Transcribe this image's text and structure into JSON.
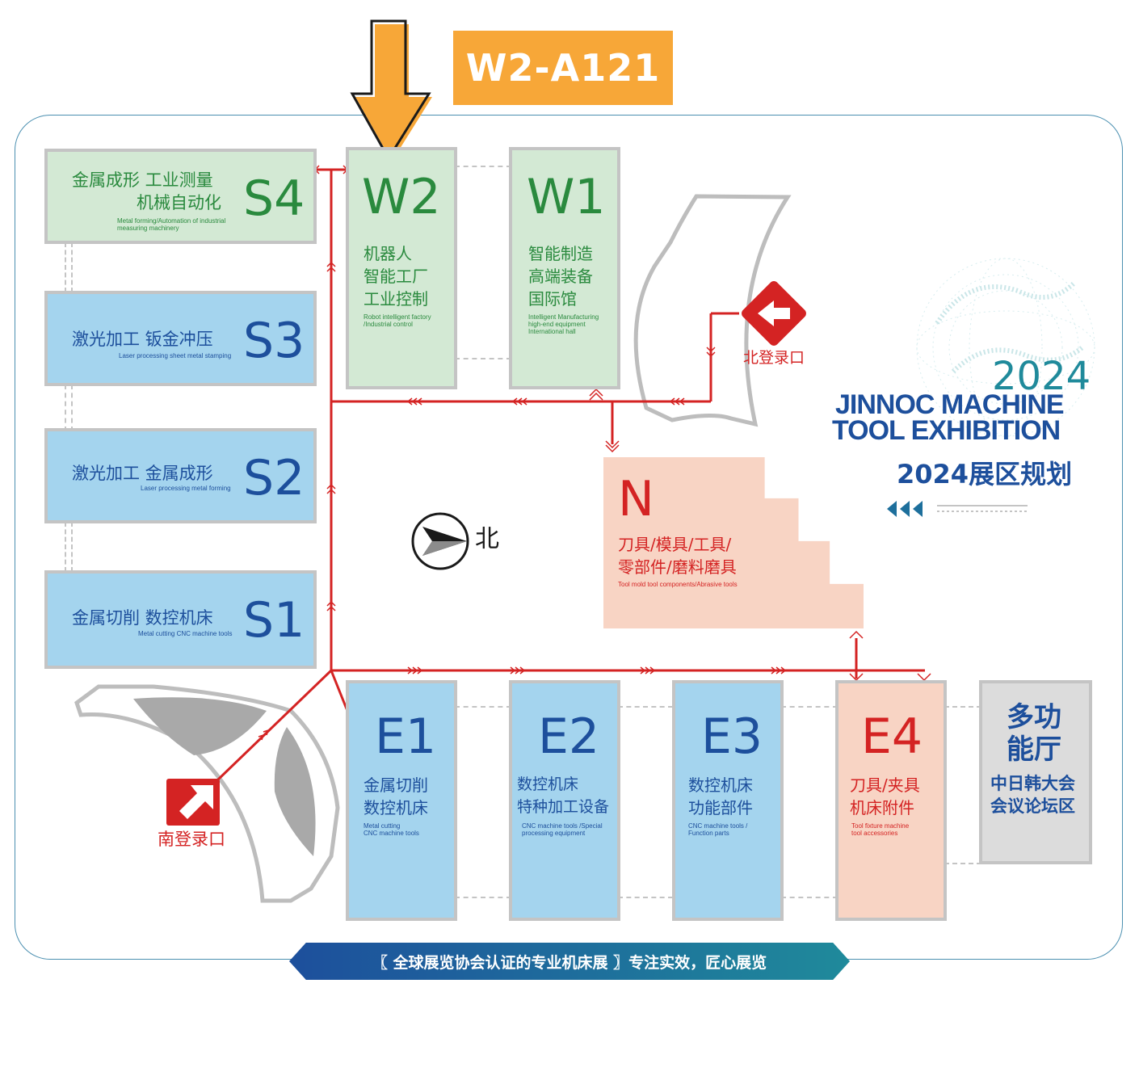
{
  "booth": {
    "code": "W2-A121"
  },
  "legend": {
    "year": "2024",
    "title_line1": "JINNOC MACHINE",
    "title_line2": "TOOL EXHIBITION",
    "subtitle": "2024展区规划"
  },
  "compass": {
    "label": "北"
  },
  "entrances": {
    "north": "北登录口",
    "south": "南登录口"
  },
  "banner": {
    "text": "〖 全球展览协会认证的专业机床展 〗专注实效，匠心展览"
  },
  "halls": {
    "s4": {
      "code": "S4",
      "cn1": "金属成形  工业测量",
      "cn2": "机械自动化",
      "en1": "Metal forming/Automation of industrial",
      "en2": "measuring machinery"
    },
    "s3": {
      "code": "S3",
      "cn1": "激光加工  钣金冲压",
      "en1": "Laser processing sheet metal stamping"
    },
    "s2": {
      "code": "S2",
      "cn1": "激光加工  金属成形",
      "en1": "Laser processing metal forming"
    },
    "s1": {
      "code": "S1",
      "cn1": "金属切削  数控机床",
      "en1": "Metal cutting CNC machine tools"
    },
    "w2": {
      "code": "W2",
      "cn1": "机器人",
      "cn2": "智能工厂",
      "cn3": "工业控制",
      "en1": "Robot intelligent factory",
      "en2": "/Industrial control"
    },
    "w1": {
      "code": "W1",
      "cn1": "智能制造",
      "cn2": "高端装备",
      "cn3": "国际馆",
      "en1": "Intelligent Manufacturing",
      "en2": "high-end equipment",
      "en3": "International hall"
    },
    "n": {
      "code": "N",
      "cn1": "刀具/模具/工具/",
      "cn2": "零部件/磨料磨具",
      "en1": "Tool mold tool components/Abrasive tools"
    },
    "e1": {
      "code": "E1",
      "cn1": "金属切削",
      "cn2": "数控机床",
      "en1": "Metal cutting",
      "en2": "CNC machine tools"
    },
    "e2": {
      "code": "E2",
      "cn1": "数控机床",
      "cn2": "特种加工设备",
      "en1": "CNC machine tools /Special",
      "en2": "processing equipment"
    },
    "e3": {
      "code": "E3",
      "cn1": "数控机床",
      "cn2": "功能部件",
      "en1": "CNC machine tools /",
      "en2": "Function parts"
    },
    "e4": {
      "code": "E4",
      "cn1": "刀具/夹具",
      "cn2": "机床附件",
      "en1": "Tool fixture machine",
      "en2": "tool accessories"
    },
    "mf": {
      "cn1": "多功",
      "cn2": "能厅",
      "cn3": "中日韩大会",
      "cn4": "会议论坛区"
    }
  },
  "colors": {
    "green_hall": "#d3e9d4",
    "blue_hall": "#a4d4ee",
    "peach_hall": "#f8d4c4",
    "gray_hall": "#dcdcdc",
    "route_red": "#d42323",
    "badge_orange": "#f7a738",
    "title_blue": "#1d4f9c",
    "title_teal": "#1f8a9b"
  },
  "icons": [
    "down-arrow-icon",
    "compass-icon",
    "entrance-arrow-icon",
    "globe-icon",
    "chevrons-left-icon"
  ]
}
